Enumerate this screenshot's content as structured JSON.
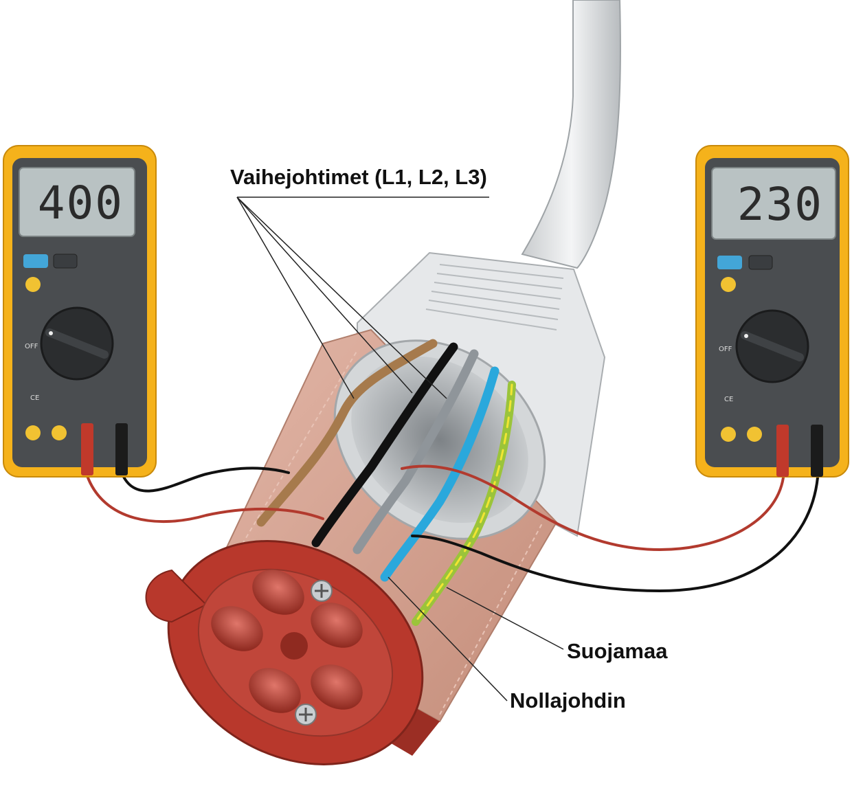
{
  "meters": {
    "left": {
      "reading": "400"
    },
    "right": {
      "reading": "230"
    }
  },
  "labels": {
    "phase": "Vaihejohtimet (L1, L2, L3)",
    "earth": "Suojamaa",
    "neutral": "Nollajohdin"
  },
  "colors": {
    "meter_body": "#f5b21b",
    "lcd": "#b9c2c3",
    "connector_red": "#b8382c",
    "sleeve": "#d9a897",
    "brown_wire": "#a67a4c",
    "black_wire": "#111111",
    "grey_wire": "#8f959a",
    "blue_wire": "#2aa8dc",
    "earth_wire": "#9bc43a",
    "probe_red": "#c0392b"
  }
}
